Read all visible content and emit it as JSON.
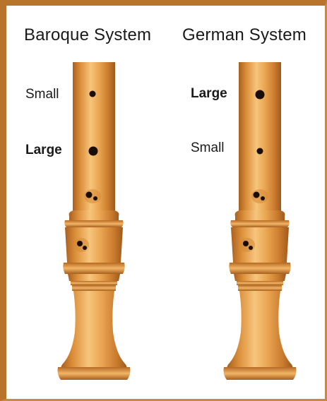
{
  "systems": [
    {
      "title": "Baroque System",
      "hole_labels": [
        {
          "text": "Small",
          "weight": "normal"
        },
        {
          "text": "Large",
          "weight": "bold"
        }
      ]
    },
    {
      "title": "German System",
      "hole_labels": [
        {
          "text": "Large",
          "weight": "bold"
        },
        {
          "text": "Small",
          "weight": "normal"
        }
      ]
    }
  ],
  "colors": {
    "frame": "#b9742c",
    "wood_light": "#f2b566",
    "wood_mid": "#dc8f3a",
    "wood_dark": "#9e5a1c",
    "hole": "#1a0d05"
  }
}
